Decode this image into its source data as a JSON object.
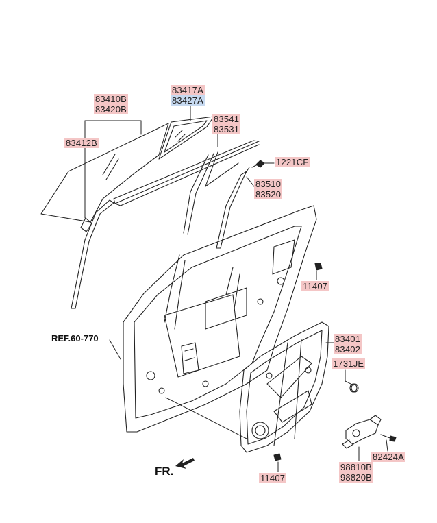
{
  "labels": {
    "p83410B": "83410B",
    "p83420B": "83420B",
    "p83417A": "83417A",
    "p83427A": "83427A",
    "p83541": "83541",
    "p83531": "83531",
    "p83412B": "83412B",
    "p1221CF": "1221CF",
    "p83510": "83510",
    "p83520": "83520",
    "p11407_top": "11407",
    "p83401": "83401",
    "p83402": "83402",
    "p1731JE": "1731JE",
    "p82424A": "82424A",
    "p98810B": "98810B",
    "p98820B": "98820B",
    "p11407_bottom": "11407"
  },
  "reference": "REF.60-770",
  "direction": "FR.",
  "colors": {
    "label_highlight": "#f4c6c6",
    "label_highlight_alt": "#c6d9f0",
    "line": "#222222"
  }
}
